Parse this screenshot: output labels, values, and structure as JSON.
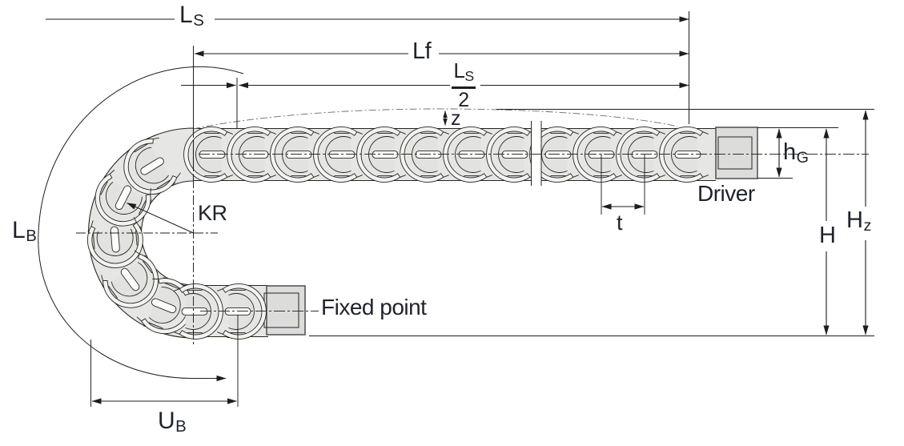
{
  "title": "Energy chain (cable carrier) dimensional side-view diagram",
  "colors": {
    "line": "#1d1d1b",
    "text": "#1e222b",
    "chain_fill": "#e6e6e5",
    "chain_detail_light": "#f3f3f2",
    "chain_detail_mid": "#e2e2e1",
    "tab_fill": "#cfcfce",
    "connector_fill": "#dcdcdb",
    "background": "#ffffff"
  },
  "labels": {
    "ls": {
      "main": "L",
      "sub": "S"
    },
    "lf": {
      "main": "L",
      "sub": "f"
    },
    "ls_half": {
      "num_main": "L",
      "num_sub": "S",
      "denominator": "2"
    },
    "z": "z",
    "kr": "KR",
    "lb": {
      "main": "L",
      "sub": "B"
    },
    "ub": {
      "main": "U",
      "sub": "B"
    },
    "t": "t",
    "hg": {
      "main": "h",
      "sub": "G"
    },
    "h": "H",
    "hz": {
      "main": "H",
      "sub": "z"
    },
    "driver": "Driver",
    "fixed_point": "Fixed point"
  }
}
